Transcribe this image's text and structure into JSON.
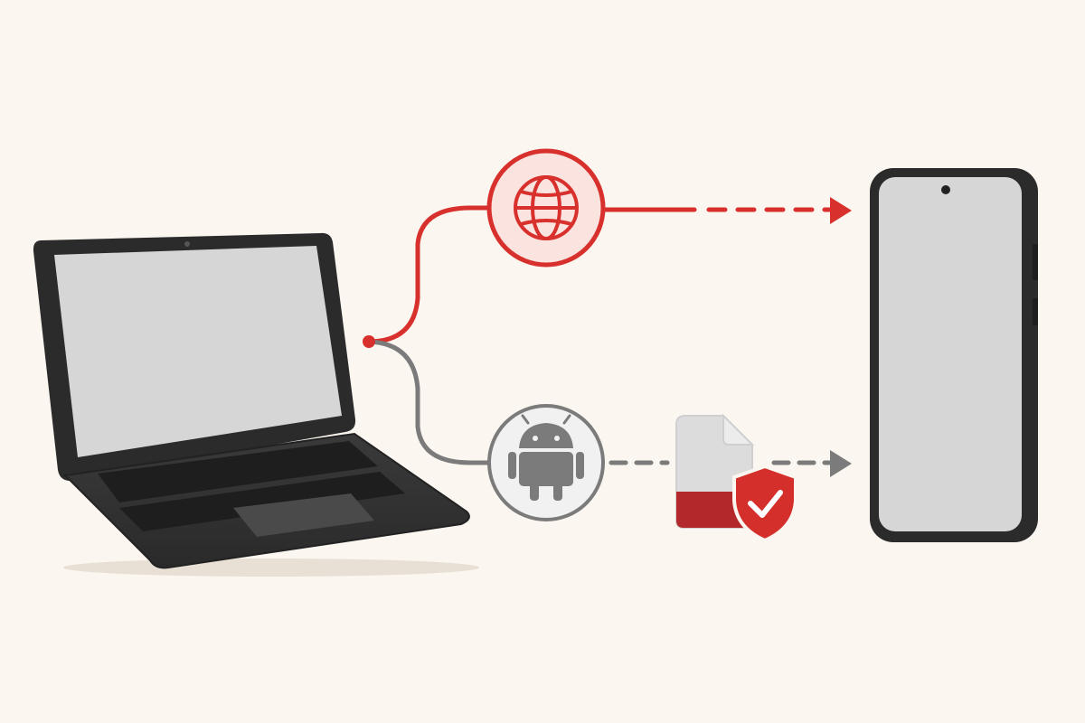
{
  "colors": {
    "background": "#fbf6ef",
    "accent_red": "#d8302c",
    "red_fill": "#fbe3df",
    "dark_red": "#b3282a",
    "gray_path": "#7b7b7b",
    "gray_fill": "#f1f1f1",
    "device_body": "#2b2b2b",
    "screen": "#d6d6d6",
    "shield": "#d42f2b"
  },
  "nodes": {
    "source": {
      "icon": "laptop-icon"
    },
    "web_route": {
      "icon": "globe-icon"
    },
    "android_route": {
      "icon": "android-icon"
    },
    "secure_file": {
      "icon": "secure-file-icon",
      "badge_icon": "shield-check-icon"
    },
    "target": {
      "icon": "smartphone-icon"
    }
  },
  "connectors": [
    {
      "from": "source",
      "to": "web_route",
      "style": "solid",
      "color": "accent_red"
    },
    {
      "from": "web_route",
      "to": "target",
      "style": "solid-then-dashed",
      "color": "accent_red",
      "arrow": true
    },
    {
      "from": "source",
      "to": "android_route",
      "style": "solid",
      "color": "gray_path"
    },
    {
      "from": "android_route",
      "to": "secure_file",
      "style": "dashed",
      "color": "gray_path"
    },
    {
      "from": "secure_file",
      "to": "target",
      "style": "dashed",
      "color": "gray_path",
      "arrow": true
    }
  ]
}
